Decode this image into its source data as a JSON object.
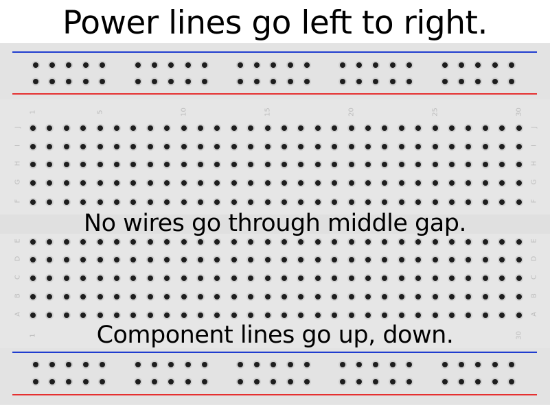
{
  "title": "Power lines go left to right.",
  "middle_label": "No wires go through middle gap.",
  "bottom_label": "Component lines go up, down.",
  "breadboard": {
    "column_labels": [
      "1",
      "5",
      "10",
      "15",
      "20",
      "25",
      "30"
    ],
    "column_label_numbers": [
      1,
      5,
      10,
      15,
      20,
      25,
      30
    ],
    "upper_row_labels": [
      "J",
      "I",
      "H",
      "G",
      "F"
    ],
    "lower_row_labels": [
      "E",
      "D",
      "C",
      "B",
      "A"
    ],
    "column_count": 30,
    "power_rail_groups": 5,
    "power_rail_holes_per_group": 5,
    "rail_colors": {
      "negative": "#1f3ccf",
      "positive": "#e53030"
    }
  }
}
